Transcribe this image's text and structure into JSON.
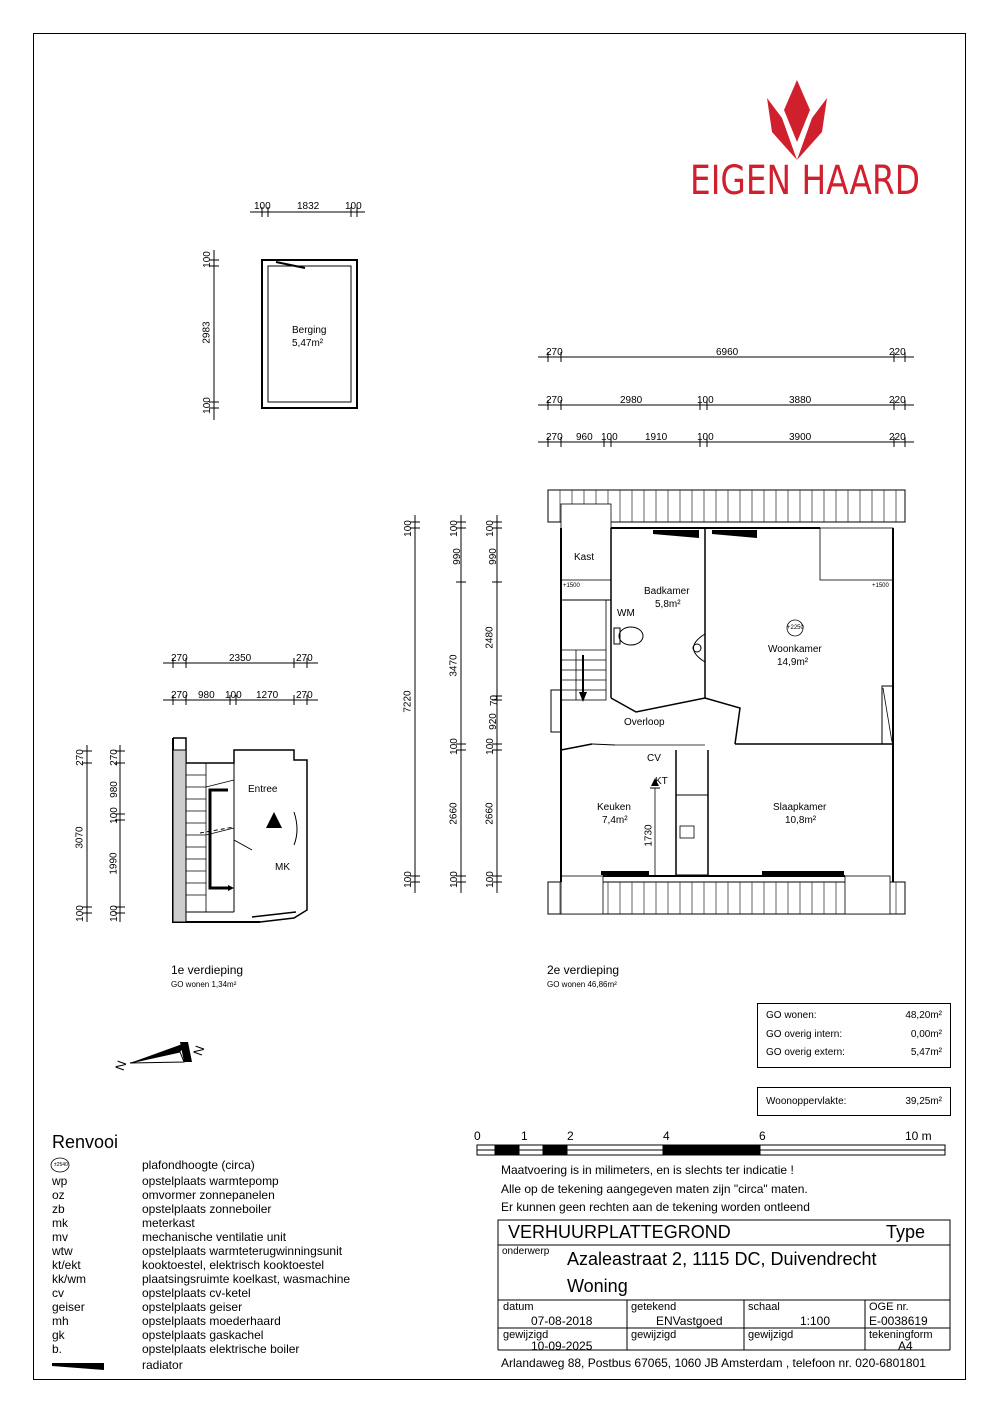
{
  "brand": {
    "name": "EIGEN HAARD",
    "color": "#d0202e"
  },
  "berging": {
    "dims_top": [
      "100",
      "1832",
      "100"
    ],
    "dims_left": [
      "100",
      "2983",
      "100"
    ],
    "room_name": "Berging",
    "room_area": "5,47m²"
  },
  "floor1": {
    "dims_top1": [
      "270",
      "2350",
      "270"
    ],
    "dims_top2": [
      "270",
      "980",
      "100",
      "1270",
      "270"
    ],
    "dims_left_outer": [
      "270",
      "3070",
      "100"
    ],
    "dims_left_inner": [
      "270",
      "980",
      "100",
      "1990",
      "100"
    ],
    "rooms": {
      "entree": "Entree",
      "mk": "MK"
    },
    "caption": "1e verdieping",
    "area_text": "GO wonen 1,34m²"
  },
  "floor2": {
    "dims_top1": [
      "270",
      "6960",
      "220"
    ],
    "dims_top2": [
      "270",
      "2980",
      "100",
      "3880",
      "220"
    ],
    "dims_top3": [
      "270",
      "960",
      "100",
      "1910",
      "100",
      "3900",
      "220"
    ],
    "dims_v1": [
      "100",
      "7220",
      "100"
    ],
    "dims_v2": [
      "100",
      "990",
      "3470",
      "100",
      "2660",
      "100"
    ],
    "dims_v3": [
      "100",
      "990",
      "2480",
      "70",
      "920",
      "100",
      "2660",
      "100"
    ],
    "height_marks": [
      "+1500",
      "+1500",
      "+2250"
    ],
    "kt_dim": "1730",
    "rooms": {
      "kast": "Kast",
      "badkamer": "Badkamer",
      "badkamer_area": "5,8m²",
      "wm": "WM",
      "woonkamer": "Woonkamer",
      "woonkamer_area": "14,9m²",
      "overloop": "Overloop",
      "cv": "CV",
      "kt": "KT",
      "keuken": "Keuken",
      "keuken_area": "7,4m²",
      "slaapkamer": "Slaapkamer",
      "slaapkamer_area": "10,8m²"
    },
    "caption": "2e verdieping",
    "area_text": "GO wonen 46,86m²"
  },
  "areas": {
    "go_wonen_label": "GO wonen:",
    "go_wonen": "48,20m²",
    "go_intern_label": "GO overig intern:",
    "go_intern": "0,00m²",
    "go_extern_label": "GO overig extern:",
    "go_extern": "5,47m²",
    "woonopp_label": "Woonoppervlakte:",
    "woonopp": "39,25m²"
  },
  "compass": {
    "label": "N"
  },
  "scale_bar": {
    "ticks": [
      "0",
      "1",
      "2",
      "4",
      "6",
      "10  m"
    ]
  },
  "legend": {
    "title": "Renvooi",
    "sample_mark": "±2540",
    "items": [
      {
        "key": "",
        "desc": "plafondhoogte (circa)"
      },
      {
        "key": "wp",
        "desc": "opstelplaats warmtepomp"
      },
      {
        "key": "oz",
        "desc": "omvormer zonnepanelen"
      },
      {
        "key": "zb",
        "desc": "opstelplaats zonneboiler"
      },
      {
        "key": "mk",
        "desc": "meterkast"
      },
      {
        "key": "mv",
        "desc": "mechanische ventilatie unit"
      },
      {
        "key": "wtw",
        "desc": "opstelplaats warmteterugwinningsunit"
      },
      {
        "key": "kt/ekt",
        "desc": "kooktoestel, elektrisch kooktoestel"
      },
      {
        "key": "kk/wm",
        "desc": "plaatsingsruimte koelkast, wasmachine"
      },
      {
        "key": "cv",
        "desc": "opstelplaats cv-ketel"
      },
      {
        "key": "geiser",
        "desc": "opstelplaats geiser"
      },
      {
        "key": "mh",
        "desc": "opstelplaats moederhaard"
      },
      {
        "key": "gk",
        "desc": "opstelplaats gaskachel"
      },
      {
        "key": "b.",
        "desc": "opstelplaats elektrische boiler"
      },
      {
        "key": "",
        "desc": "radiator"
      }
    ]
  },
  "disclaimer": [
    "Maatvoering is in milimeters, en is slechts ter indicatie !",
    "Alle op de tekening aangegeven maten zijn \"circa\" maten.",
    "Er kunnen geen rechten aan de tekening worden ontleend"
  ],
  "titleblock": {
    "heading": "VERHUURPLATTEGROND",
    "type_label": "Type",
    "onderwerp_label": "onderwerp",
    "address": "Azaleastraat 2, 1115 DC, Duivendrecht",
    "subject": "Woning",
    "datum_label": "datum",
    "datum": "07-08-2018",
    "getekend_label": "getekend",
    "getekend": "ENVastgoed",
    "schaal_label": "schaal",
    "schaal": "1:100",
    "oge_label": "OGE nr.",
    "oge": "E-0038619",
    "gewijzigd_label": "gewijzigd",
    "gewijzigd": "10-09-2025",
    "gewijzigd2_label": "gewijzigd",
    "gewijzigd3_label": "gewijzigd",
    "tekeningform_label": "tekeningform",
    "tekeningform": "A4",
    "footer": "Arlandaweg 88, Postbus 67065, 1060 JB Amsterdam , telefoon nr. 020-6801801"
  }
}
